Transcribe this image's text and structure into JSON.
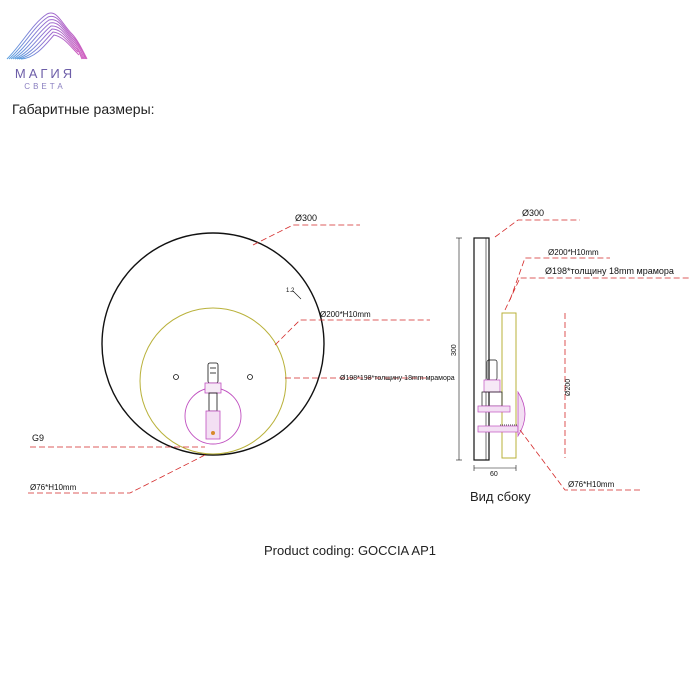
{
  "brand": {
    "name": "МАГИЯ",
    "subtitle": "СВЕТА"
  },
  "heading": "Габаритные размеры:",
  "front": {
    "dim_outer": "Ø300",
    "dim_gap": "1.2",
    "dim_ring": "Ø200*H10mm",
    "dim_marble": "Ø198*198*толщину 18mm мрамора",
    "dim_lamp": "G9",
    "dim_base": "Ø76*H10mm"
  },
  "side": {
    "dim_outer": "Ø300",
    "dim_ring": "Ø200*H10mm",
    "dim_marble": "Ø198*толщину 18mm мрамора",
    "dim_height": "300",
    "dim_inner_height": "Ø200",
    "dim_depth": "60",
    "dim_base": "Ø76*H10mm",
    "caption": "Вид сбоку"
  },
  "product_coding": "Product coding: GOCCIA AP1",
  "colors": {
    "dimension_line": "#d42a2a",
    "outline": "#111111",
    "ring": "#b9b13a",
    "base": "#c050c0"
  }
}
